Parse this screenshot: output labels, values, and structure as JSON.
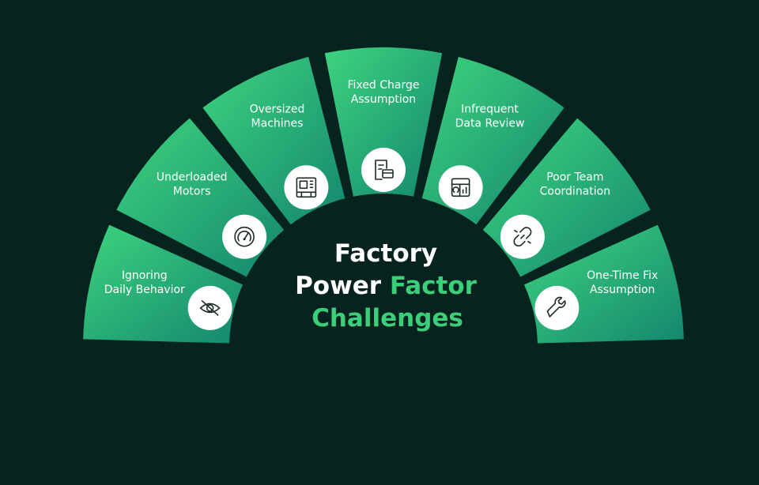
{
  "title": {
    "line1": "Factory",
    "line2_white": "Power",
    "line2_green": "Factor",
    "line3": "Challenges"
  },
  "colors": {
    "background": "#06231f",
    "segment_light": "#3ed47e",
    "segment_dark": "#14876f",
    "title_white": "#ffffff",
    "title_green": "#3ccf7a",
    "icon_circle": "#ffffff",
    "icon_stroke": "#1d2b29"
  },
  "segments": [
    {
      "id": "ignoring-daily-behavior",
      "lines": [
        "Ignoring",
        "Daily Behavior"
      ],
      "icon": "eye-slash-icon"
    },
    {
      "id": "underloaded-motors",
      "lines": [
        "Underloaded",
        "Motors"
      ],
      "icon": "gauge-icon"
    },
    {
      "id": "oversized-machines",
      "lines": [
        "Oversized",
        "Machines"
      ],
      "icon": "machine-icon"
    },
    {
      "id": "fixed-charge-assumption",
      "lines": [
        "Fixed Charge",
        "Assumption"
      ],
      "icon": "bill-card-icon"
    },
    {
      "id": "infrequent-data-review",
      "lines": [
        "Infrequent",
        "Data Review"
      ],
      "icon": "dashboard-icon"
    },
    {
      "id": "poor-team-coordination",
      "lines": [
        "Poor Team",
        "Coordination"
      ],
      "icon": "broken-link-icon"
    },
    {
      "id": "one-time-fix-assumption",
      "lines": [
        "One-Time Fix",
        "Assumption"
      ],
      "icon": "wrench-icon"
    }
  ]
}
